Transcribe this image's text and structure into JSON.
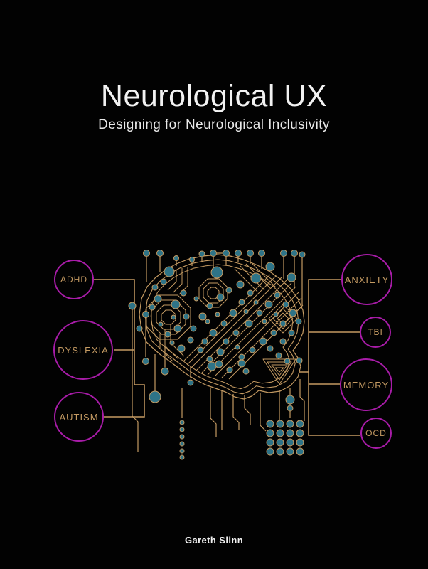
{
  "page": {
    "title": "Neurological UX",
    "subtitle": "Designing for Neurological Inclusivity",
    "author": "Gareth Slinn"
  },
  "diagram": {
    "illustration": "circuit-board-brain",
    "left_nodes": [
      "ADHD",
      "DYSLEXIA",
      "AUTISM"
    ],
    "right_nodes": [
      "ANXIETY",
      "TBI",
      "MEMORY",
      "OCD"
    ]
  },
  "colors": {
    "background": "#020202",
    "trace": "#c49a62",
    "node_fill": "#2e7488",
    "circle_stroke": "#a81ca8",
    "label_text": "#c49a62",
    "title_text": "#f2f2f2",
    "subtitle_text": "#e9e9e9"
  }
}
